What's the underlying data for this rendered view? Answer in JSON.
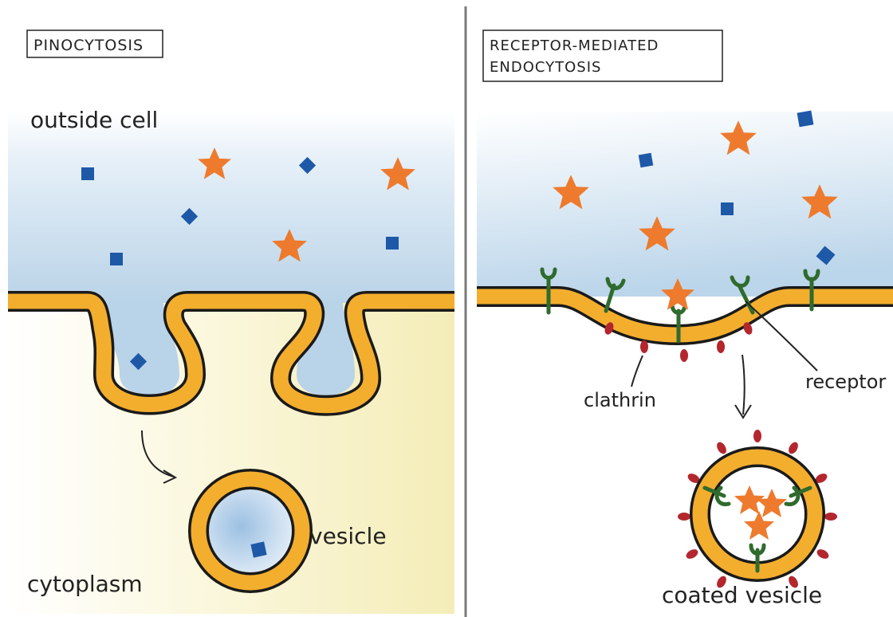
{
  "colors": {
    "membrane_fill": "#F3AE2E",
    "membrane_outline": "#1a1a1a",
    "outside_fluid": "#BCD6EA",
    "cytoplasm": "#F6F1C4",
    "square_molecule": "#1E59A8",
    "star_molecule": "#EE7A2E",
    "receptor": "#2F6B2D",
    "clathrin": "#B3262D",
    "divider": "#7A7A7A",
    "ink": "#222222"
  },
  "left_panel": {
    "title": "PINOCYTOSIS",
    "outside_label": "outside cell",
    "cytoplasm_label": "cytoplasm",
    "vesicle_label": "vesicle"
  },
  "right_panel": {
    "title_line1": "RECEPTOR-MEDIATED",
    "title_line2": "ENDOCYTOSIS",
    "clathrin_label": "clathrin",
    "receptor_label": "receptor",
    "coated_vesicle_label": "coated vesicle"
  },
  "icons": {
    "star_molecule": "star-icon",
    "square_molecule": "diamond-icon",
    "receptor": "receptor-icon",
    "clathrin": "clathrin-icon",
    "arrow": "arrow-icon"
  }
}
